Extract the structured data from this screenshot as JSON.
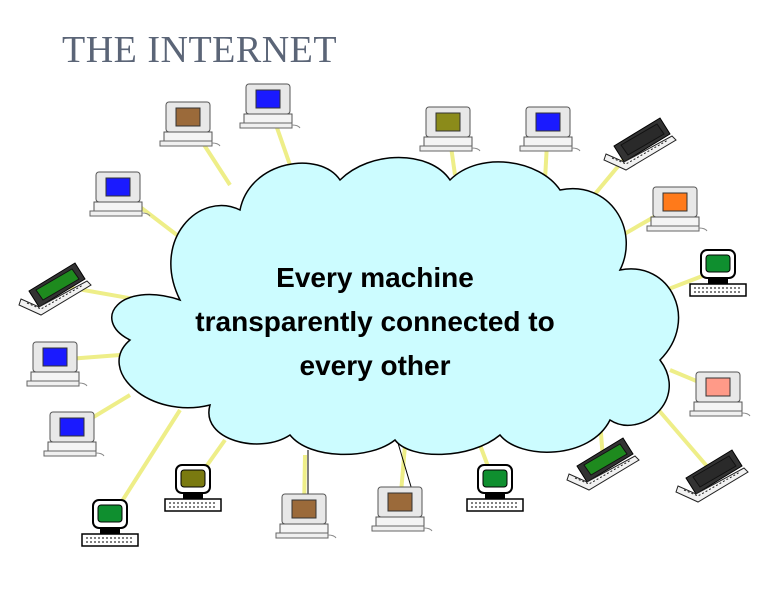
{
  "title": "THE INTERNET",
  "cloud": {
    "lines": [
      "Every machine",
      "transparently connected to",
      "every other"
    ],
    "fill": "#ccfcff"
  },
  "link_color": "#eeee88",
  "nodes": [
    {
      "kind": "desktop",
      "screen": "#9b6a3a"
    },
    {
      "kind": "desktop",
      "screen": "#1a1aff"
    },
    {
      "kind": "desktop",
      "screen": "#8b8b1a"
    },
    {
      "kind": "desktop",
      "screen": "#1a1aff"
    },
    {
      "kind": "laptop",
      "screen": "#2a2a2a"
    },
    {
      "kind": "desktop",
      "screen": "#1a1aff"
    },
    {
      "kind": "desktop",
      "screen": "#ff7a1a"
    },
    {
      "kind": "laptop",
      "screen": "#1e8a1e"
    },
    {
      "kind": "terminal",
      "screen": "#0f8f2f"
    },
    {
      "kind": "desktop",
      "screen": "#1a1aff"
    },
    {
      "kind": "desktop",
      "screen": "#ff9a88"
    },
    {
      "kind": "desktop",
      "screen": "#1a1aff"
    },
    {
      "kind": "laptop",
      "screen": "#1e8a1e"
    },
    {
      "kind": "laptop",
      "screen": "#2a2a2a"
    },
    {
      "kind": "terminal",
      "screen": "#0f8f2f"
    },
    {
      "kind": "terminal",
      "screen": "#7a7a10"
    },
    {
      "kind": "desktop",
      "screen": "#9b6a3a"
    },
    {
      "kind": "desktop",
      "screen": "#9b6a3a"
    },
    {
      "kind": "terminal",
      "screen": "#0f8f2f"
    }
  ]
}
